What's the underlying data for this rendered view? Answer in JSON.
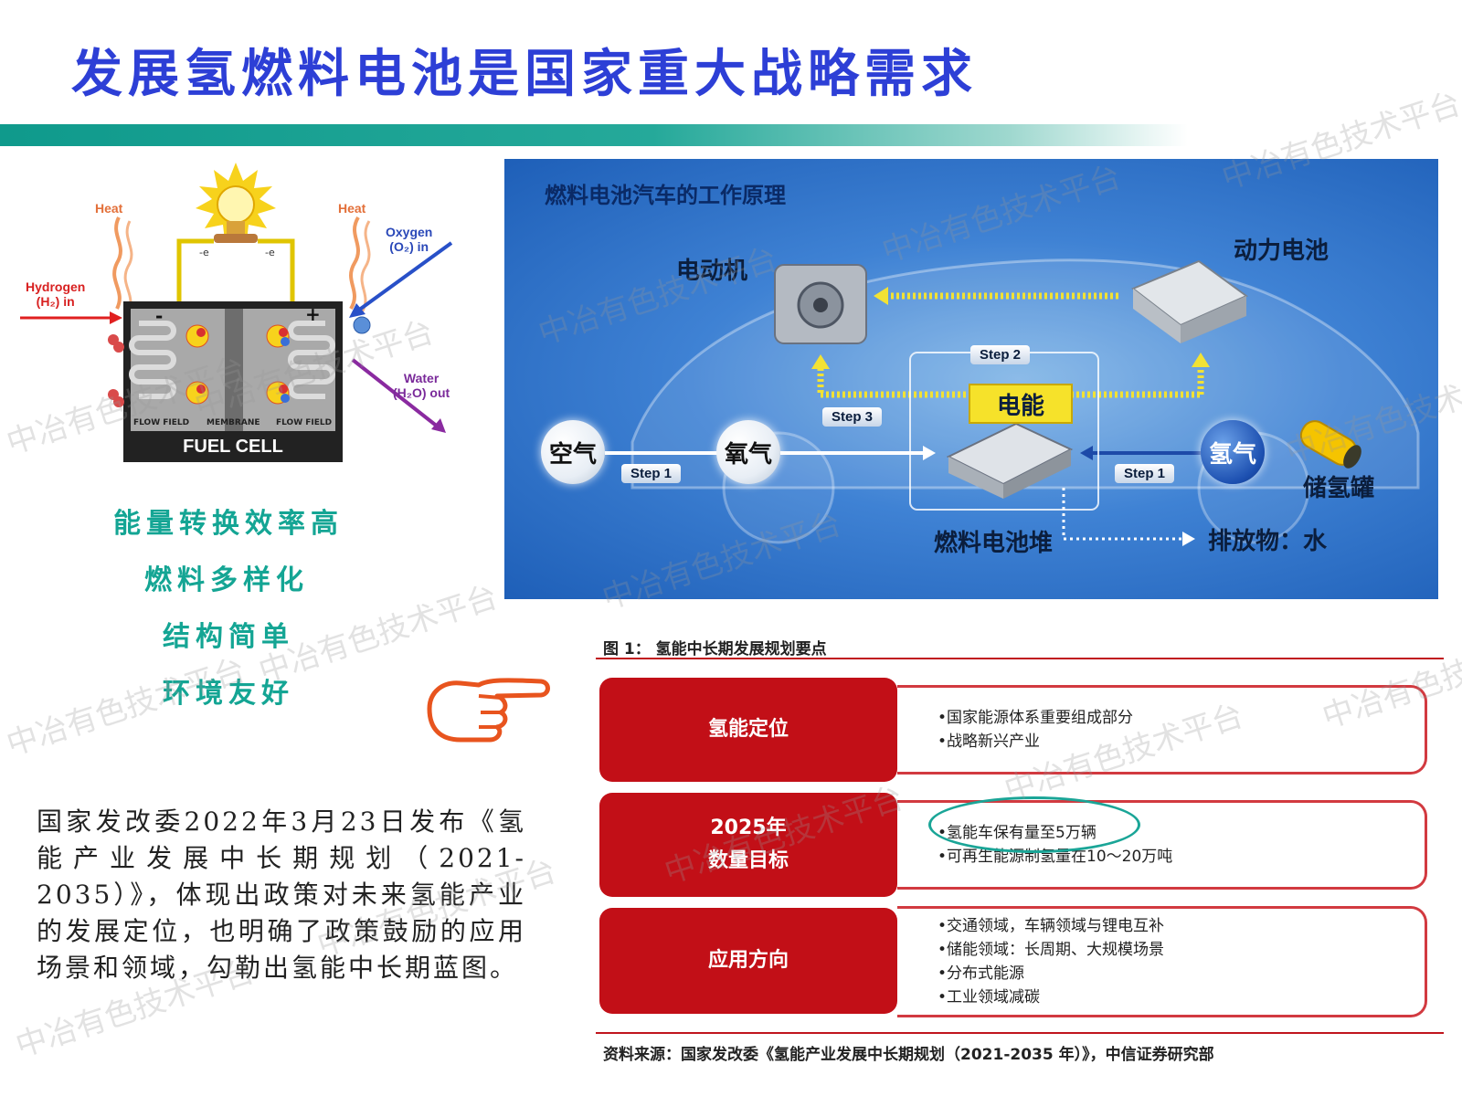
{
  "page": {
    "title": "发展氢燃料电池是国家重大战略需求"
  },
  "fuel_cell": {
    "heat_left": "Heat",
    "heat_right": "Heat",
    "hydrogen_in": "Hydrogen\n(H₂) in",
    "oxygen_in": "Oxygen\n(O₂) in",
    "water_out": "Water\n(H₂O) out",
    "flow_field_left": "FLOW FIELD",
    "membrane": "MEMBRANE",
    "flow_field_right": "FLOW FIELD",
    "cell_label": "FUEL CELL",
    "minus": "-",
    "plus": "+",
    "e_left": "-e",
    "e_right": "-e"
  },
  "features": [
    "能量转换效率高",
    "燃料多样化",
    "结构简单",
    "环境友好"
  ],
  "paragraph": "国家发改委2022年3月23日发布《氢能产业发展中长期规划（2021-2035）》，体现出政策对未来氢能产业的发展定位，也明确了政策鼓励的应用场景和领域，勾勒出氢能中长期蓝图。",
  "diagram": {
    "title": "燃料电池汽车的工作原理",
    "motor": "电动机",
    "battery": "动力电池",
    "electric": "电能",
    "step1_left": "Step 1",
    "step1_right": "Step 1",
    "step2": "Step 2",
    "step3": "Step 3",
    "air": "空气",
    "oxygen": "氧气",
    "hydrogen": "氢气",
    "tank": "储氢罐",
    "stack": "燃料电池堆",
    "emission": "排放物：水"
  },
  "figure": {
    "title": "图 1：  氢能中长期发展规划要点",
    "rows": [
      {
        "heading": [
          "氢能定位"
        ],
        "items": [
          "•国家能源体系重要组成部分",
          "•战略新兴产业"
        ]
      },
      {
        "heading": [
          "2025年",
          "数量目标"
        ],
        "items": [
          "•氢能车保有量至5万辆",
          "•可再生能源制氢量在10～20万吨"
        ]
      },
      {
        "heading": [
          "应用方向"
        ],
        "items": [
          "•交通领域，车辆领域与锂电互补",
          "•储能领域：长周期、大规模场景",
          "•分布式能源",
          "•工业领域减碳"
        ]
      }
    ],
    "source": "资料来源：国家发改委《氢能产业发展中长期规划（2021-2035 年）》，中信证券研究部"
  },
  "watermark": "中冶有色技术平台",
  "colors": {
    "title": "#2d3fd6",
    "teal": "#14a594",
    "red": "#c20f17",
    "highlight_circle": "#1aa597",
    "hand": "#e8541e"
  }
}
